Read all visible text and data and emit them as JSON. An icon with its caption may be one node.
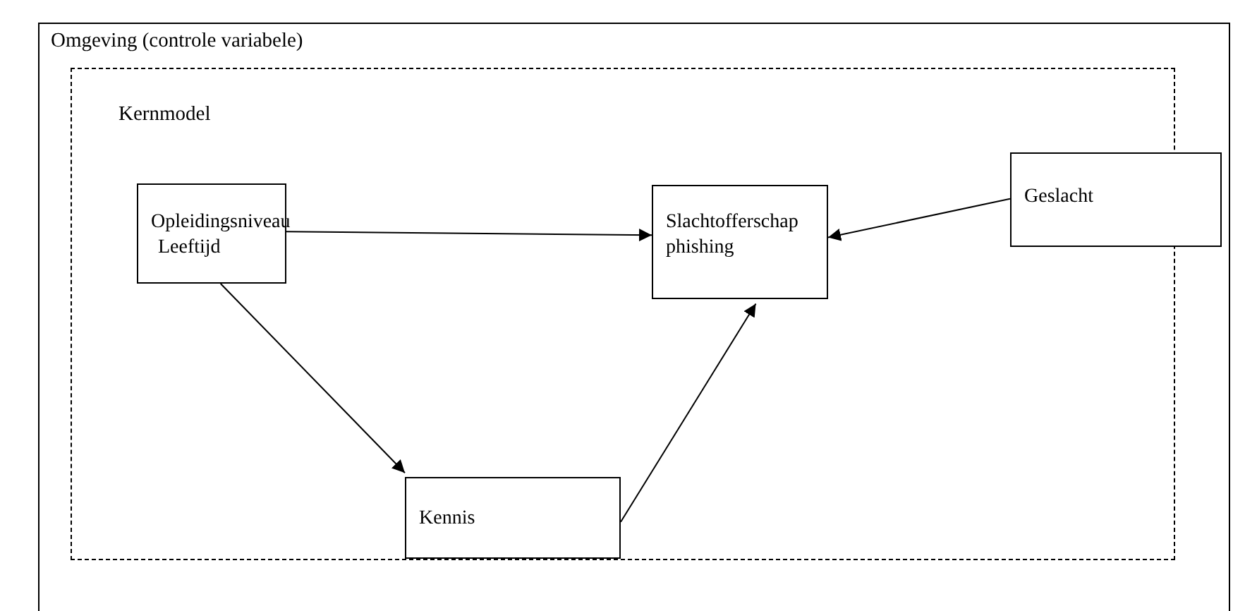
{
  "diagram": {
    "nodes": [
      {
        "text": [
          "Omgeving (controle variabele)"
        ]
      },
      {
        "text": [
          "Kernmodel"
        ],
        "in": 0
      },
      {
        "text": [
          "Opleidingsniveau",
          "Leeftijd"
        ],
        "in": 1
      },
      {
        "text": [
          "Slachtofferschap phishing"
        ],
        "in": 1
      },
      {
        "text": [
          "Kennis"
        ],
        "in": 1
      },
      {
        "text": [
          "Geslacht"
        ],
        "in": 0
      }
    ],
    "edges": [
      {
        "from": 2,
        "to": 3,
        "arrow": "to"
      },
      {
        "from": 5,
        "to": 3,
        "arrow": "to"
      },
      {
        "from": 2,
        "to": 4,
        "arrow": "to"
      },
      {
        "from": 4,
        "to": 3,
        "arrow": "to"
      }
    ]
  }
}
